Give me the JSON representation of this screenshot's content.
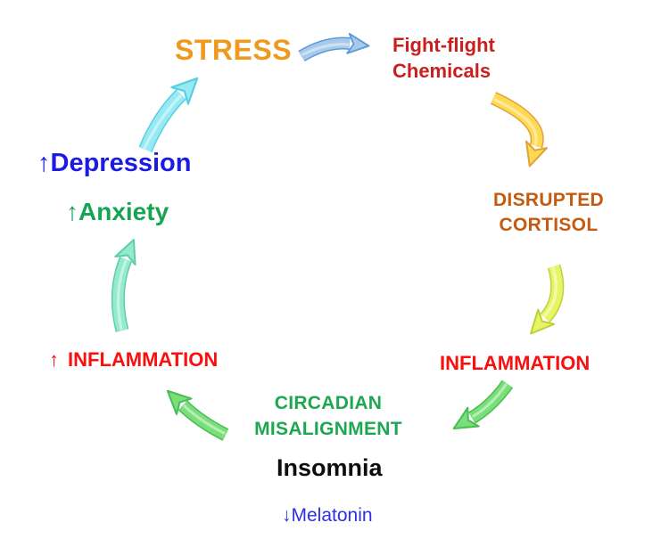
{
  "colors": {
    "background": "#FFFFFF",
    "stress_text": "#EF9A1D",
    "fight_flight_text": "#C8201F",
    "disrupted_cortisol_text": "#C55A11",
    "inflammation_text": "#FA0F0F",
    "circadian_text": "#1DA750",
    "insomnia_text": "#0D0D0D",
    "melatonin_text": "#2F2FE8",
    "anxiety_text": "#14A452",
    "depression_text": "#1B1BE3",
    "arrow_blue": "#A7C9EA",
    "arrow_gold": "#FFD951",
    "arrow_yellow_green": "#E9F464",
    "arrow_green": "#79DF79",
    "arrow_mint": "#93EBCB",
    "arrow_cyan": "#97EAF3"
  },
  "nodes": {
    "stress": {
      "label": "STRESS"
    },
    "fight_flight": {
      "line1": "Fight-flight",
      "line2": "Chemicals"
    },
    "disrupted_cortisol": {
      "line1": "DISRUPTED",
      "line2": "CORTISOL"
    },
    "inflammation_right": {
      "label": "INFLAMMATION"
    },
    "circadian_misalignment": {
      "line1": "CIRCADIAN",
      "line2": "MISALIGNMENT"
    },
    "insomnia": {
      "label": "Insomnia"
    },
    "melatonin": {
      "prefix": "↓",
      "label": "Melatonin"
    },
    "inflammation_left": {
      "prefix": "↑",
      "label": "INFLAMMATION"
    },
    "anxiety": {
      "prefix": "↑",
      "label": "Anxiety"
    },
    "depression": {
      "prefix": "↑",
      "label": "Depression"
    }
  },
  "arrows": [
    {
      "name": "stress-to-fight-flight",
      "from": "STRESS",
      "to": "Fight-flight Chemicals",
      "color": "#A7C9EA"
    },
    {
      "name": "fight-flight-to-disrupted-cortisol",
      "from": "Fight-flight Chemicals",
      "to": "DISRUPTED CORTISOL",
      "color": "#FFD951"
    },
    {
      "name": "disrupted-cortisol-to-inflammation",
      "from": "DISRUPTED CORTISOL",
      "to": "INFLAMMATION",
      "color": "#E9F464"
    },
    {
      "name": "inflammation-to-circadian-misalignment",
      "from": "INFLAMMATION",
      "to": "CIRCADIAN MISALIGNMENT",
      "color": "#79DF79"
    },
    {
      "name": "circadian-misalignment-to-inflammation-left",
      "from": "CIRCADIAN MISALIGNMENT",
      "to": "↑ INFLAMMATION",
      "color": "#79DF79"
    },
    {
      "name": "inflammation-left-to-anxiety",
      "from": "↑ INFLAMMATION",
      "to": "↑Anxiety",
      "color": "#93EBCB"
    },
    {
      "name": "depression-to-stress",
      "from": "↑Depression",
      "to": "STRESS",
      "color": "#97EAF3"
    }
  ]
}
